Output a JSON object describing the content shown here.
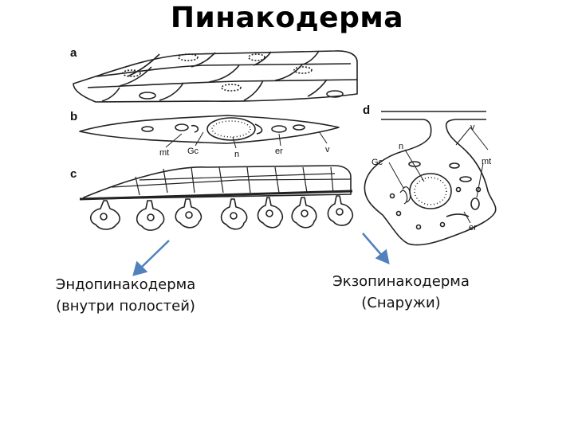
{
  "title": "Пинакодерма",
  "panels": {
    "a": "a",
    "b": "b",
    "c": "c",
    "d": "d"
  },
  "labels_b": {
    "mt": "mt",
    "gc": "Gc",
    "n": "n",
    "er": "er",
    "v": "v"
  },
  "labels_d": {
    "v": "v",
    "n": "n",
    "gc": "Gc",
    "mt": "mt",
    "er": "er"
  },
  "captions": {
    "left_line1": "Эндопинакодерма",
    "left_line2": "(внутри полостей)",
    "right_line1": "Экзопинакодерма",
    "right_line2": "(Снаружи)"
  },
  "colors": {
    "arrow": "#4f81bd",
    "ink": "#222222"
  }
}
